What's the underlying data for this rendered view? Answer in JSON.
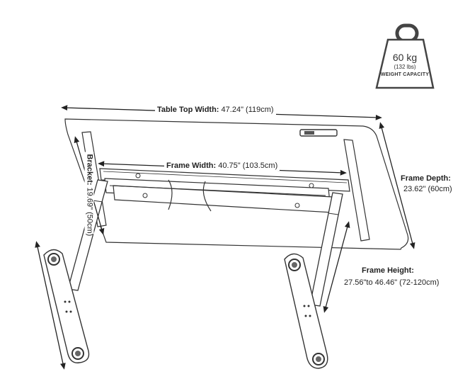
{
  "weight": {
    "value": "60 kg",
    "lbs": "(132 lbs)",
    "caption": "WEIGHT CAPACITY"
  },
  "dimensions": {
    "table_top": {
      "label": "Table Top Width:",
      "value": "47.24\" (119cm)"
    },
    "frame_width": {
      "label": "Frame Width:",
      "value": "40.75\" (103.5cm)"
    },
    "frame_depth": {
      "label": "Frame Depth:",
      "value": "23.62\" (60cm)"
    },
    "frame_height": {
      "label": "Frame Height:",
      "value": "27.56\"to 46.46\" (72-120cm)"
    },
    "bracket": {
      "label": "Bracket:",
      "value": "19.69\" (50cm)"
    }
  },
  "colors": {
    "line": "#333333",
    "fill": "#ffffff"
  },
  "icons": [
    "weight-icon"
  ]
}
